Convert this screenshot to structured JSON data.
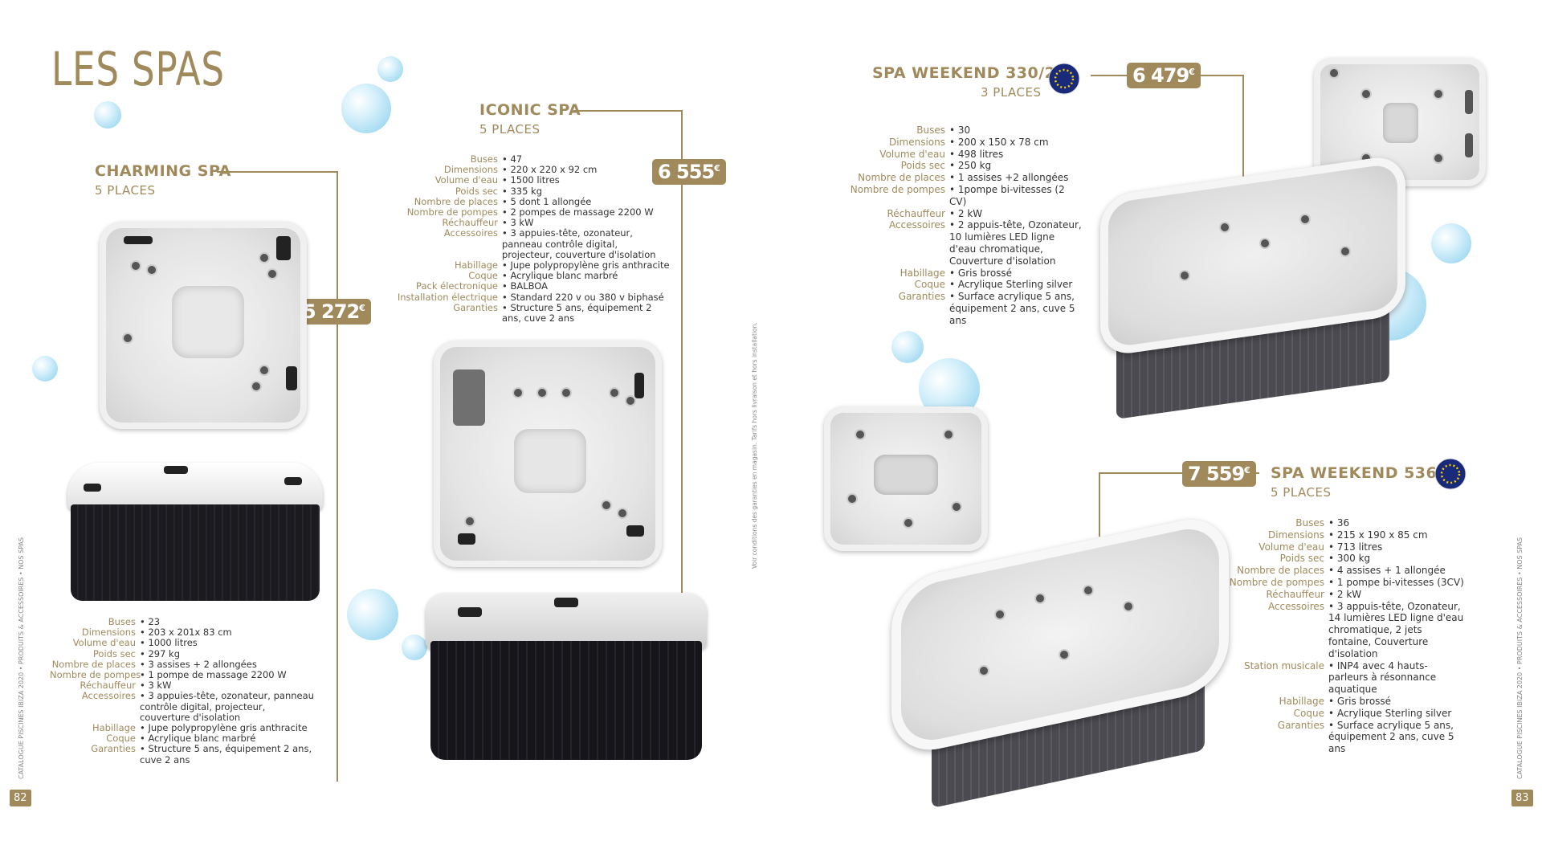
{
  "page_title": "LES SPAS",
  "left_page_number": "82",
  "right_page_number": "83",
  "side_label_left": "CATALOGUE PISCINES IBIZA 2020 • PRODUITS & ACCESSOIRES • NOS SPAS",
  "side_label_right": "CATALOGUE PISCINES IBIZA 2020 • PRODUITS & ACCESSOIRES • NOS SPAS",
  "center_note": "Voir conditions des garanties en magasin. Tarifs hors livraison et hors installation.",
  "charming": {
    "title": "CHARMING SPA",
    "places": "5 PLACES",
    "price": "5 272",
    "currency": "€",
    "specs": [
      {
        "k": "Buses",
        "v": "• 23"
      },
      {
        "k": "Dimensions",
        "v": "• 203 x 201x 83 cm"
      },
      {
        "k": "Volume d'eau",
        "v": "• 1000 litres"
      },
      {
        "k": "Poids sec",
        "v": "• 297 kg"
      },
      {
        "k": "Nombre de places",
        "v": "• 3 assises + 2 allongées"
      },
      {
        "k": "Nombre de pompes",
        "v": "• 1 pompe  de massage 2200 W"
      },
      {
        "k": "Réchauffeur",
        "v": "• 3 kW"
      },
      {
        "k": "Accessoires",
        "v": "• 3 appuies-tête, ozonateur, panneau contrôle digital, projecteur, couverture d'isolation"
      },
      {
        "k": "Habillage",
        "v": "• Jupe polypropylène gris anthracite"
      },
      {
        "k": "Coque",
        "v": "• Acrylique blanc marbré"
      },
      {
        "k": "Garanties",
        "v": "• Structure 5 ans, équipement 2 ans, cuve 2 ans"
      }
    ]
  },
  "iconic": {
    "title": "ICONIC SPA",
    "places": "5 PLACES",
    "price": "6 555",
    "currency": "€",
    "specs": [
      {
        "k": "Buses",
        "v": "• 47"
      },
      {
        "k": "Dimensions",
        "v": "• 220 x 220 x 92 cm"
      },
      {
        "k": "Volume d'eau",
        "v": "• 1500 litres"
      },
      {
        "k": "Poids sec",
        "v": "• 335 kg"
      },
      {
        "k": "Nombre de places",
        "v": "• 5 dont 1 allongée"
      },
      {
        "k": "Nombre de pompes",
        "v": "• 2 pompes  de massage 2200 W"
      },
      {
        "k": "Réchauffeur",
        "v": "• 3 kW"
      },
      {
        "k": "Accessoires",
        "v": "• 3 appuies-tête, ozonateur, panneau contrôle digital, projecteur, couverture d'isolation"
      },
      {
        "k": "Habillage",
        "v": "• Jupe polypropylène gris anthracite"
      },
      {
        "k": "Coque",
        "v": "• Acrylique blanc marbré"
      },
      {
        "k": "Pack électronique",
        "v": "• BALBOA"
      },
      {
        "k": "Installation électrique",
        "v": "• Standard 220 v ou 380 v biphasé"
      },
      {
        "k": "Garanties",
        "v": "• Structure 5 ans, équipement 2 ans, cuve 2 ans"
      }
    ]
  },
  "weekend330": {
    "title": "SPA WEEKEND 330/2L",
    "places": "3 PLACES",
    "price": "6 479",
    "currency": "€",
    "specs": [
      {
        "k": "Buses",
        "v": "• 30"
      },
      {
        "k": "Dimensions",
        "v": "• 200 x 150 x 78 cm"
      },
      {
        "k": "Volume d'eau",
        "v": "• 498 litres"
      },
      {
        "k": "Poids sec",
        "v": "• 250 kg"
      },
      {
        "k": "Nombre de places",
        "v": "• 1 assises +2 allongées"
      },
      {
        "k": "Nombre de pompes",
        "v": "• 1pompe bi-vitesses (2 CV)"
      },
      {
        "k": "Réchauffeur",
        "v": "• 2 kW"
      },
      {
        "k": "Accessoires",
        "v": "• 2 appuis-tête, Ozonateur, 10 lumières LED ligne d'eau chromatique, Couverture d'isolation"
      },
      {
        "k": "Habillage",
        "v": "• Gris brossé"
      },
      {
        "k": "Coque",
        "v": "• Acrylique Sterling silver"
      },
      {
        "k": "Garanties",
        "v": "• Surface acrylique 5 ans, équipement 2 ans, cuve 5 ans"
      }
    ]
  },
  "weekend536": {
    "title": "SPA WEEKEND 536/L",
    "places": "5 PLACES",
    "price": "7 559",
    "currency": "€",
    "specs": [
      {
        "k": "Buses",
        "v": "• 36"
      },
      {
        "k": "Dimensions",
        "v": "• 215 x 190 x 85 cm"
      },
      {
        "k": "Volume d'eau",
        "v": "• 713 litres"
      },
      {
        "k": "Poids sec",
        "v": "• 300 kg"
      },
      {
        "k": "Nombre de places",
        "v": "• 4 assises + 1 allongée"
      },
      {
        "k": "Nombre de pompes",
        "v": "• 1 pompe bi-vitesses (3CV)"
      },
      {
        "k": "Réchauffeur",
        "v": "• 2 kW"
      },
      {
        "k": "Accessoires",
        "v": "• 3 appuis-tête, Ozonateur, 14 lumières LED ligne d'eau chromatique, 2 jets fontaine, Couverture d'isolation"
      },
      {
        "k": "Station musicale",
        "v": "• INP4 avec 4 hauts-parleurs à résonnance aquatique"
      },
      {
        "k": "Habillage",
        "v": "• Gris brossé"
      },
      {
        "k": "Coque",
        "v": "• Acrylique Sterling silver"
      },
      {
        "k": "Garanties",
        "v": "• Surface acrylique 5 ans, équipement 2 ans, cuve 5 ans"
      }
    ]
  },
  "colors": {
    "gold": "#a08a5c",
    "bubble": "#a8dcf2",
    "eu_blue": "#1a2a7a",
    "eu_gold": "#f5d000"
  }
}
